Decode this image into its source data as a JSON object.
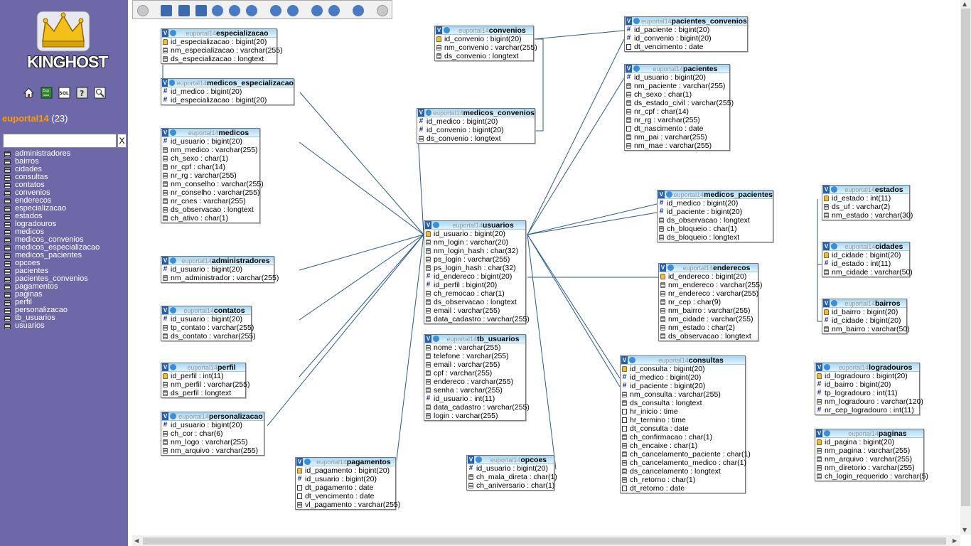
{
  "sidebar": {
    "logo_text": "KINGHOST",
    "db_name": "euportal14",
    "db_count": "(23)",
    "filter_placeholder": "",
    "filter_clear": "X",
    "tables": [
      "administradores",
      "bairros",
      "cidades",
      "consultas",
      "contatos",
      "convenios",
      "enderecos",
      "especializacao",
      "estados",
      "logradouros",
      "medicos",
      "medicos_convenios",
      "medicos_especializacao",
      "medicos_pacientes",
      "opcoes",
      "pacientes",
      "pacientes_convenios",
      "pagamentos",
      "paginas",
      "perfil",
      "personalizacao",
      "tb_usuarios",
      "usuarios"
    ],
    "icons": [
      "home-icon",
      "export-icon",
      "sql-icon",
      "help-icon",
      "query-icon"
    ]
  },
  "toolbar": {
    "buttons": [
      "toggle-icon",
      "save-icon",
      "table-icon",
      "relation-icon",
      "angular-links-icon",
      "reload-icon",
      "help-icon",
      "export-pdf-icon",
      "toggle-all-icon",
      "small-big-icon",
      "zoom-in-icon",
      "zoom-out-icon",
      "pdf-icon",
      "more-icon"
    ]
  },
  "schema": "euportal14",
  "tables": [
    {
      "name": "especializacao",
      "cols": [
        [
          "key",
          "id_especializacao : bigint(20)"
        ],
        [
          "txt",
          "nm_especializacao : varchar(255)"
        ],
        [
          "txt",
          "ds_especializacao : longtext"
        ]
      ]
    },
    {
      "name": "medicos_especializacao",
      "cols": [
        [
          "hash",
          "id_medico : bigint(20)"
        ],
        [
          "hash",
          "id_especializacao : bigint(20)"
        ]
      ]
    },
    {
      "name": "medicos",
      "cols": [
        [
          "hash",
          "id_usuario : bigint(20)"
        ],
        [
          "txt",
          "nm_medico : varchar(255)"
        ],
        [
          "txt",
          "ch_sexo : char(1)"
        ],
        [
          "txt",
          "nr_cpf : char(14)"
        ],
        [
          "txt",
          "nr_rg : varchar(255)"
        ],
        [
          "txt",
          "nm_conselho : varchar(255)"
        ],
        [
          "txt",
          "nr_conselho : varchar(255)"
        ],
        [
          "txt",
          "nr_cnes : varchar(255)"
        ],
        [
          "txt",
          "ds_observacao : longtext"
        ],
        [
          "txt",
          "ch_ativo : char(1)"
        ]
      ]
    },
    {
      "name": "administradores",
      "cols": [
        [
          "hash",
          "id_usuario : bigint(20)"
        ],
        [
          "txt",
          "nm_administrador : varchar(255)"
        ]
      ]
    },
    {
      "name": "contatos",
      "cols": [
        [
          "hash",
          "id_usuario : bigint(20)"
        ],
        [
          "txt",
          "tp_contato : varchar(255)"
        ],
        [
          "txt",
          "ds_contato : varchar(255)"
        ]
      ]
    },
    {
      "name": "perfil",
      "cols": [
        [
          "key",
          "id_perfil : int(11)"
        ],
        [
          "txt",
          "nm_perfil : varchar(255)"
        ],
        [
          "txt",
          "ds_perfil : longtext"
        ]
      ]
    },
    {
      "name": "personalizacao",
      "cols": [
        [
          "hash",
          "id_usuario : bigint(20)"
        ],
        [
          "txt",
          "ch_cor : char(6)"
        ],
        [
          "txt",
          "nm_logo : varchar(255)"
        ],
        [
          "txt",
          "nm_arquivo : varchar(255)"
        ]
      ]
    },
    {
      "name": "pagamentos",
      "cols": [
        [
          "key",
          "id_pagamento : bigint(20)"
        ],
        [
          "hash",
          "id_usuario : bigint(20)"
        ],
        [
          "date",
          "dt_pagamento : date"
        ],
        [
          "date",
          "dt_vencimento : date"
        ],
        [
          "txt",
          "vl_pagamento : varchar(255)"
        ]
      ]
    },
    {
      "name": "convenios",
      "cols": [
        [
          "key",
          "id_convenio : bigint(20)"
        ],
        [
          "txt",
          "nm_convenio : varchar(255)"
        ],
        [
          "txt",
          "ds_convenio : longtext"
        ]
      ]
    },
    {
      "name": "medicos_convenios",
      "cols": [
        [
          "hash",
          "id_medico : bigint(20)"
        ],
        [
          "hash",
          "id_convenio : bigint(20)"
        ],
        [
          "txt",
          "ds_convenio : longtext"
        ]
      ]
    },
    {
      "name": "usuarios",
      "cols": [
        [
          "key",
          "id_usuario : bigint(20)"
        ],
        [
          "txt",
          "nm_login : varchar(20)"
        ],
        [
          "txt",
          "nm_login_hash : char(32)"
        ],
        [
          "txt",
          "ps_login : varchar(255)"
        ],
        [
          "txt",
          "ps_login_hash : char(32)"
        ],
        [
          "hash",
          "id_endereco : bigint(20)"
        ],
        [
          "hash",
          "id_perfil : bigint(20)"
        ],
        [
          "txt",
          "ch_remocao : char(1)"
        ],
        [
          "txt",
          "ds_observacao : longtext"
        ],
        [
          "txt",
          "email : varchar(255)"
        ],
        [
          "txt",
          "data_cadastro : varchar(255)"
        ]
      ]
    },
    {
      "name": "tb_usuarios",
      "cols": [
        [
          "txt",
          "nome : varchar(255)"
        ],
        [
          "txt",
          "telefone : varchar(255)"
        ],
        [
          "txt",
          "email : varchar(255)"
        ],
        [
          "txt",
          "cpf : varchar(255)"
        ],
        [
          "txt",
          "endereco : varchar(255)"
        ],
        [
          "txt",
          "senha : varchar(255)"
        ],
        [
          "hash",
          "id_usuario : int(11)"
        ],
        [
          "txt",
          "data_cadastro : varchar(255)"
        ],
        [
          "txt",
          "login : varchar(255)"
        ]
      ]
    },
    {
      "name": "opcoes",
      "cols": [
        [
          "hash",
          "id_usuario : bigint(20)"
        ],
        [
          "txt",
          "ch_mala_direta : char(1)"
        ],
        [
          "txt",
          "ch_aniversario : char(1)"
        ]
      ]
    },
    {
      "name": "pacientes_convenios",
      "cols": [
        [
          "hash",
          "id_paciente : bigint(20)"
        ],
        [
          "hash",
          "id_convenio : bigint(20)"
        ],
        [
          "date",
          "dt_vencimento : date"
        ]
      ]
    },
    {
      "name": "pacientes",
      "cols": [
        [
          "hash",
          "id_usuario : bigint(20)"
        ],
        [
          "txt",
          "nm_paciente : varchar(255)"
        ],
        [
          "txt",
          "ch_sexo : char(1)"
        ],
        [
          "txt",
          "ds_estado_civil : varchar(255)"
        ],
        [
          "txt",
          "nr_cpf : char(14)"
        ],
        [
          "txt",
          "nr_rg : varchar(255)"
        ],
        [
          "date",
          "dt_nascimento : date"
        ],
        [
          "txt",
          "nm_pai : varchar(255)"
        ],
        [
          "txt",
          "nm_mae : varchar(255)"
        ]
      ]
    },
    {
      "name": "medicos_pacientes",
      "cols": [
        [
          "hash",
          "id_medico : bigint(20)"
        ],
        [
          "hash",
          "id_paciente : bigint(20)"
        ],
        [
          "txt",
          "ds_observacao : longtext"
        ],
        [
          "txt",
          "ch_bloqueio : char(1)"
        ],
        [
          "txt",
          "ds_bloqueio : longtext"
        ]
      ]
    },
    {
      "name": "enderecos",
      "cols": [
        [
          "key",
          "id_endereco : bigint(20)"
        ],
        [
          "txt",
          "nm_endereco : varchar(255)"
        ],
        [
          "txt",
          "nr_endereco : varchar(255)"
        ],
        [
          "txt",
          "nr_cep : char(9)"
        ],
        [
          "txt",
          "nm_bairro : varchar(255)"
        ],
        [
          "txt",
          "nm_cidade : varchar(255)"
        ],
        [
          "txt",
          "nm_estado : char(2)"
        ],
        [
          "txt",
          "ds_observacao : longtext"
        ]
      ]
    },
    {
      "name": "consultas",
      "cols": [
        [
          "key",
          "id_consulta : bigint(20)"
        ],
        [
          "hash",
          "id_medico : bigint(20)"
        ],
        [
          "hash",
          "id_paciente : bigint(20)"
        ],
        [
          "txt",
          "nm_consulta : varchar(255)"
        ],
        [
          "txt",
          "ds_consulta : longtext"
        ],
        [
          "date",
          "hr_inicio : time"
        ],
        [
          "date",
          "hr_termino : time"
        ],
        [
          "date",
          "dt_consulta : date"
        ],
        [
          "txt",
          "ch_confirmacao : char(1)"
        ],
        [
          "txt",
          "ch_encaixe : char(1)"
        ],
        [
          "txt",
          "ch_cancelamento_paciente : char(1)"
        ],
        [
          "txt",
          "ch_cancelamento_medico : char(1)"
        ],
        [
          "txt",
          "ds_cancelamento : longtext"
        ],
        [
          "txt",
          "ch_retorno : char(1)"
        ],
        [
          "date",
          "dt_retorno : date"
        ]
      ]
    },
    {
      "name": "estados",
      "cols": [
        [
          "key",
          "id_estado : int(11)"
        ],
        [
          "txt",
          "ds_uf : varchar(2)"
        ],
        [
          "txt",
          "nm_estado : varchar(30)"
        ]
      ]
    },
    {
      "name": "cidades",
      "cols": [
        [
          "key",
          "id_cidade : bigint(20)"
        ],
        [
          "hash",
          "id_estado : int(11)"
        ],
        [
          "txt",
          "nm_cidade : varchar(50)"
        ]
      ]
    },
    {
      "name": "bairros",
      "cols": [
        [
          "key",
          "id_bairro : bigint(20)"
        ],
        [
          "hash",
          "id_cidade : bigint(20)"
        ],
        [
          "txt",
          "nm_bairro : varchar(50)"
        ]
      ]
    },
    {
      "name": "logradouros",
      "cols": [
        [
          "key",
          "id_logradouro : bigint(20)"
        ],
        [
          "hash",
          "id_bairro : bigint(20)"
        ],
        [
          "hash",
          "tp_logradouro : int(11)"
        ],
        [
          "txt",
          "nm_logradouro : varchar(120)"
        ],
        [
          "hash",
          "nr_cep_logradouro : int(11)"
        ]
      ]
    },
    {
      "name": "paginas",
      "cols": [
        [
          "key",
          "id_pagina : bigint(20)"
        ],
        [
          "txt",
          "nm_pagina : varchar(255)"
        ],
        [
          "txt",
          "nm_arquivo : varchar(255)"
        ],
        [
          "txt",
          "nm_diretorio : varchar(255)"
        ],
        [
          "txt",
          "ch_login_requerido : varchar(5)"
        ]
      ]
    }
  ]
}
